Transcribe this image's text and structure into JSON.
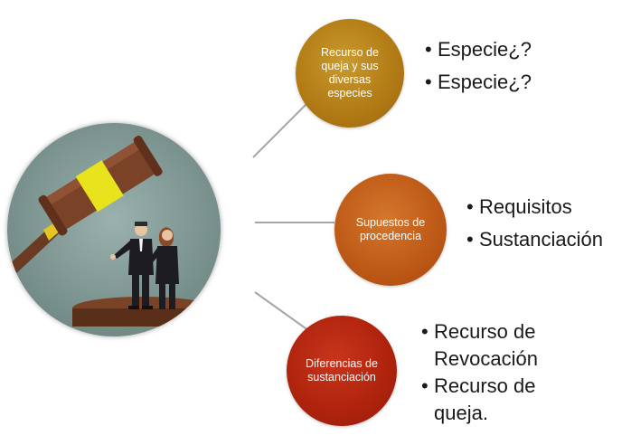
{
  "diagram": {
    "nodes": [
      {
        "label": "Recurso de queja y sus diversas especies",
        "color": "#b37c16",
        "bullets": [
          "Especie¿?",
          "Especie¿?"
        ]
      },
      {
        "label": "Supuestos de procedencia",
        "color": "#bf5b18",
        "bullets": [
          "Requisitos",
          "Sustanciación"
        ]
      },
      {
        "label": "Diferencias de sustanciación",
        "color": "#b0240e",
        "bullets": [
          "Recurso de Revocación",
          "Recurso de queja."
        ]
      }
    ],
    "hub_image": "gavel-and-lawyers-illustration",
    "connector_color": "#a6a6a6"
  }
}
